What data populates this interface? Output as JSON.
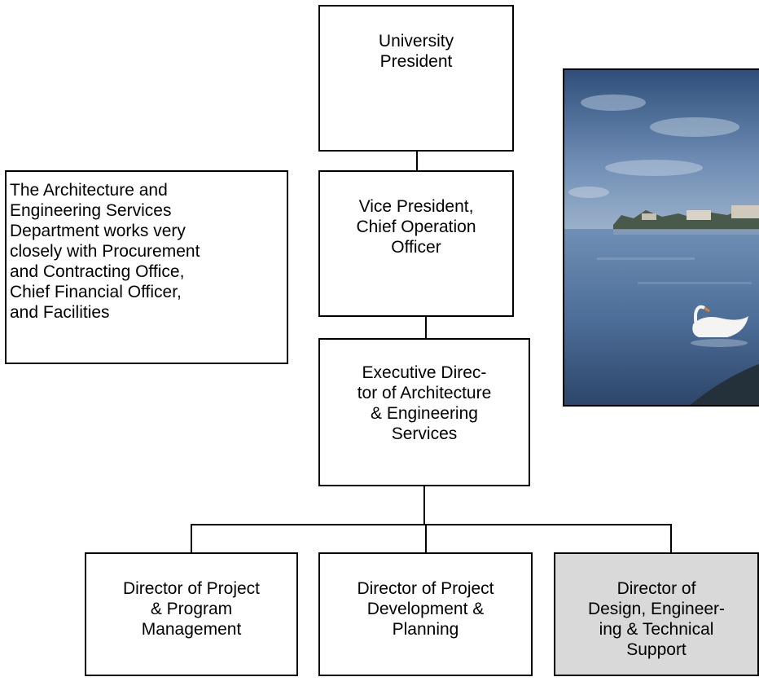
{
  "boxes": {
    "president": "University\nPresident",
    "vp": "Vice President,\nChief Operation\nOfficer",
    "exec_director": "Executive Direc-\ntor of Architecture\n& Engineering\nServices",
    "dir_project_program": "Director of Project\n& Program\nManagement",
    "dir_project_dev": "Director of Project\nDevelopment &\nPlanning",
    "dir_design": "Director of\nDesign, Engineer-\ning & Technical\nSupport"
  },
  "note": "The Architecture and\nEngineering Services\nDepartment works very\nclosely with Procurement\nand Contracting Office,\nChief Financial Officer,\nand Facilities",
  "colors": {
    "highlight_box": "#d9d9d9",
    "border": "#000000"
  }
}
